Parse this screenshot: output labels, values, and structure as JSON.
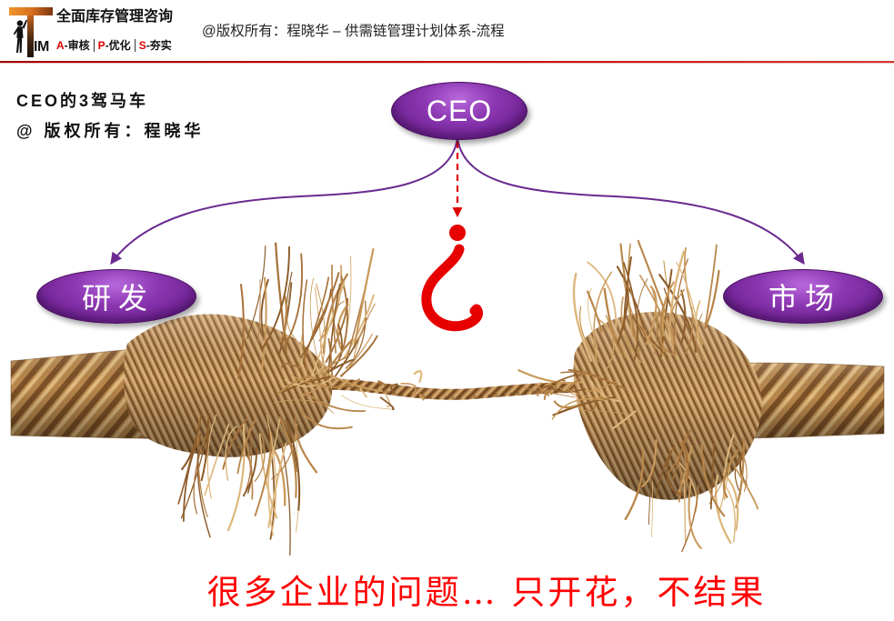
{
  "header": {
    "logo": {
      "letters": {
        "t": "T",
        "im": "IM"
      },
      "company": "全面库存管理咨询",
      "tagline": [
        {
          "letter": "A",
          "text": "-审核"
        },
        {
          "letter": "P",
          "text": "-优化"
        },
        {
          "letter": "S",
          "text": "-夯实"
        }
      ]
    },
    "copyright": "@版权所有：程晓华 – 供需链管理计划体系-流程"
  },
  "intro": {
    "title": "CEO的3驾马车",
    "copyright": "@ 版权所有：程晓华"
  },
  "diagram": {
    "top_node": "CEO",
    "left_node": "研发",
    "right_node": "市场",
    "question_icon": "inverted-question-mark-icon"
  },
  "caption": "很多企业的问题… 只开花，不结果",
  "colors": {
    "node_purple": "#7a2a9e",
    "connector_purple": "#6a2a8f",
    "alert_red": "#ff0000",
    "header_rule": "#c00000",
    "tagline_letter": "#e00000"
  }
}
